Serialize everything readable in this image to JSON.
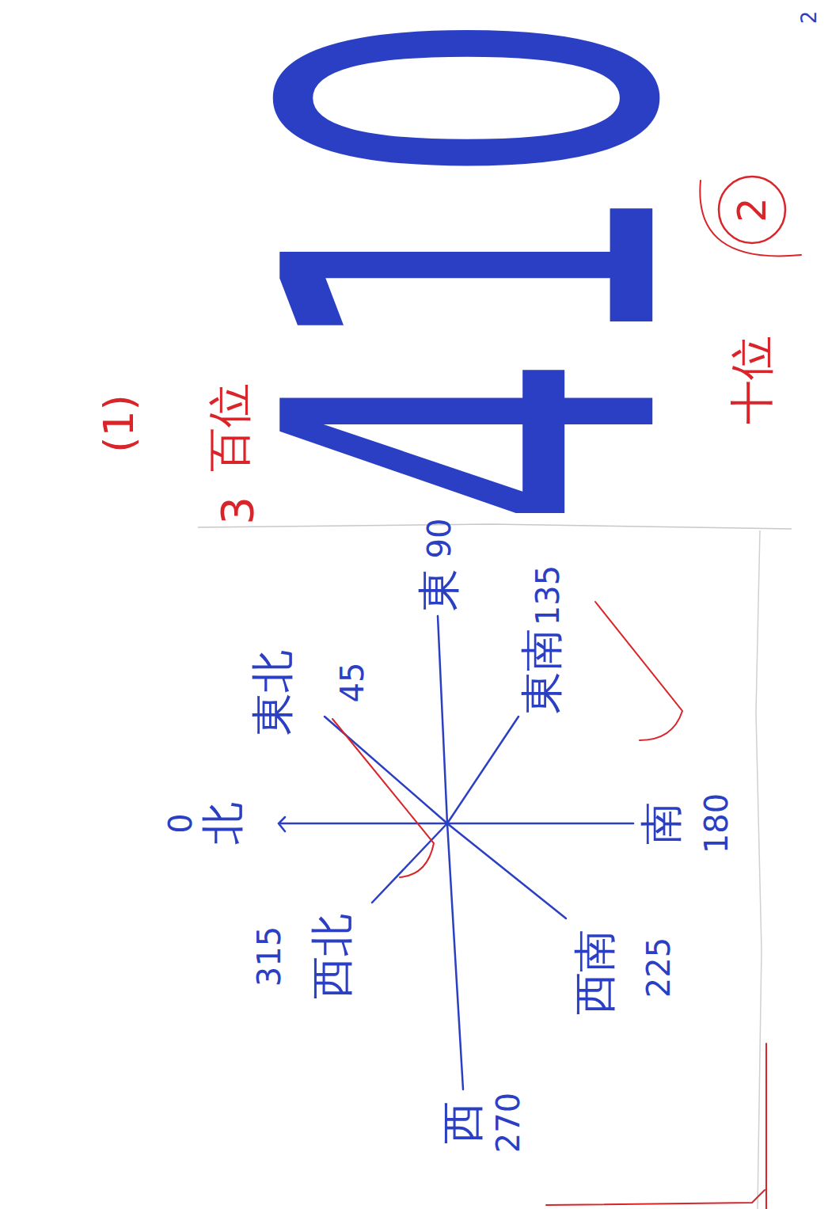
{
  "diagram": {
    "nodes": [
      {
        "text": [
          "2"
        ]
      }
    ],
    "labels": [
      "2",
      "410",
      "(1)",
      "百位",
      "3",
      "十位",
      "0",
      "北",
      "東北",
      "45",
      "東",
      "90",
      "東南",
      "135",
      "南",
      "180",
      "西南",
      "225",
      "西",
      "270",
      "西北",
      "315"
    ]
  }
}
